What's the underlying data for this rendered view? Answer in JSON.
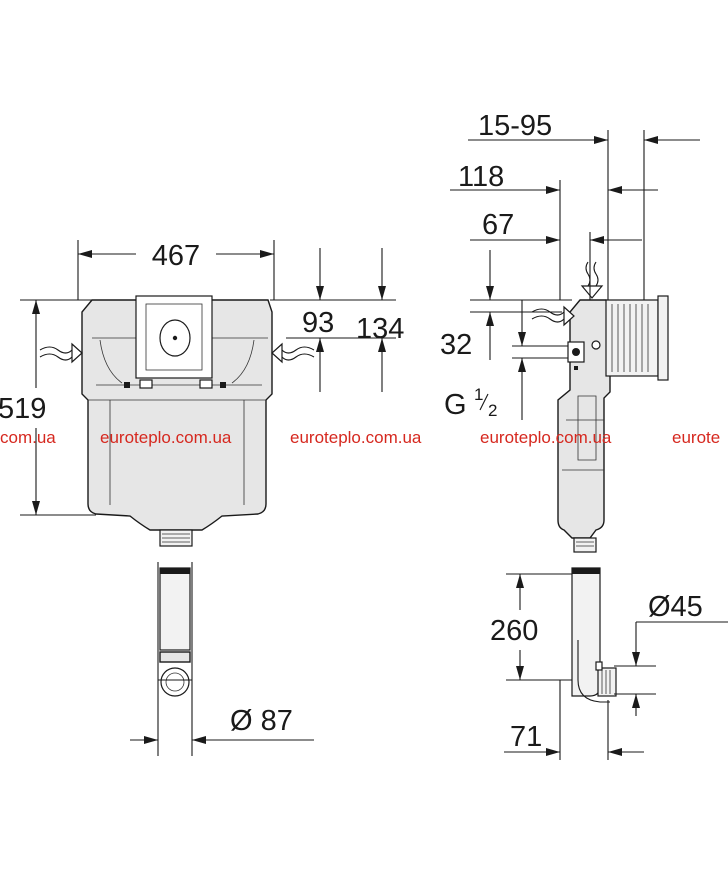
{
  "dimensions": {
    "width_total": "467",
    "depth_range": "15-95",
    "depth_118": "118",
    "depth_67": "67",
    "inlet_93": "93",
    "inlet_134": "134",
    "height_519": "519",
    "offset_32": "32",
    "thread_g": "G",
    "thread_num": "1",
    "thread_den": "2",
    "outlet_260": "260",
    "outlet_71": "71",
    "diameter_45": "Ø45",
    "diameter_87": "Ø 87"
  },
  "watermark": {
    "text": "euroteplo.com.ua",
    "fragment_left": "com.ua",
    "fragment_right": "eurote"
  },
  "icons": {
    "water_inlet": "water-inlet-arrow-icon",
    "steam": "steam-icon"
  }
}
